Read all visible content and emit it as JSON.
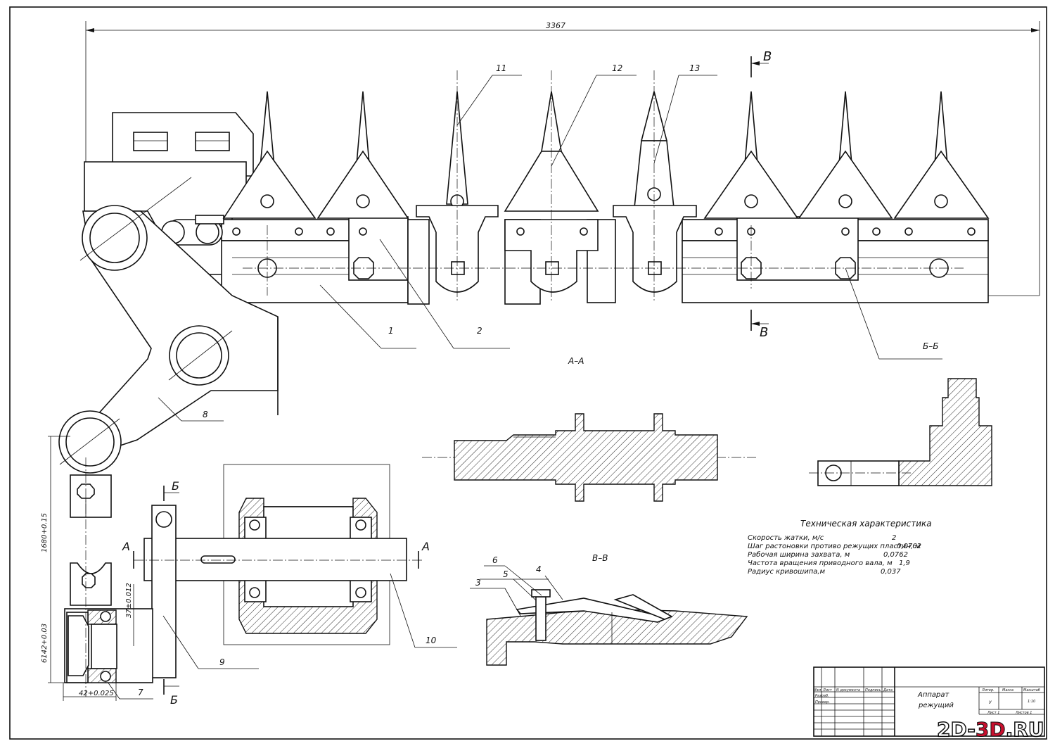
{
  "dimensions": {
    "overall": "3367",
    "d1680": "1680+0.15",
    "d6142": "6142+0.03",
    "d37": "37±0.012",
    "d42": "42+0.025"
  },
  "section_marks": {
    "v": "В",
    "b": "Б",
    "a": "А"
  },
  "view_labels": {
    "aa": "А–А",
    "bb": "Б–Б",
    "vv": "В–В"
  },
  "part_numbers": [
    "1",
    "2",
    "3",
    "4",
    "5",
    "6",
    "7",
    "8",
    "9",
    "10",
    "11",
    "12",
    "13"
  ],
  "tech_spec": {
    "title": "Техническая характеристика",
    "rows": [
      {
        "label": "Скорость жатки, м/с",
        "value": "2"
      },
      {
        "label": "Шаг растоновки противо режущих пластин, м",
        "value": "0,0762"
      },
      {
        "label": "Рабочая ширина захвата, м",
        "value": "0,0762"
      },
      {
        "label": "Частота вращения приводного вала, м",
        "value": "1,9"
      },
      {
        "label": "Радиус кривошипа,м",
        "value": "0,037"
      }
    ]
  },
  "title_block": {
    "name_line1": "Аппарат",
    "name_line2": "режущий",
    "header_cols": [
      "Изм",
      "Лист",
      "N документа",
      "Подпись",
      "Дата"
    ],
    "row_labels": [
      "Разраб.",
      "Провер."
    ],
    "lit_label": "Литер.",
    "mass_label": "Масса",
    "scale_label": "Масштаб",
    "lit_value": "У",
    "scale_value": "1:10",
    "sheet_label": "Лист 1",
    "sheets_label": "Листов 1"
  },
  "watermark": {
    "part1": "2D-",
    "part2": "3D",
    "part3": ".RU"
  }
}
